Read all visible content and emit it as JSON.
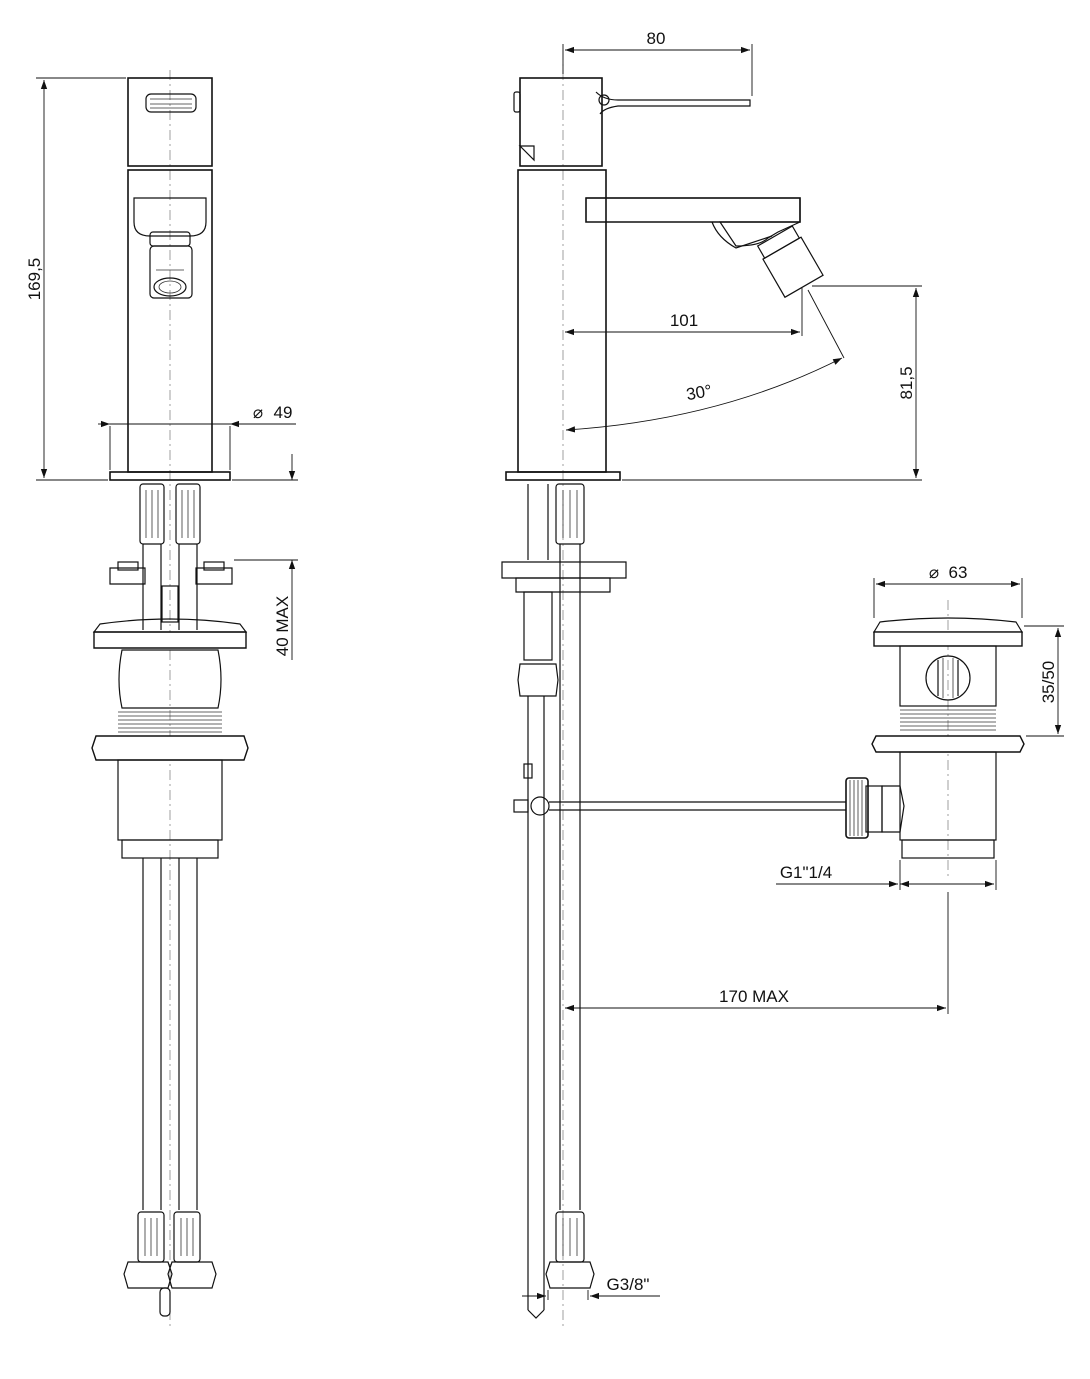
{
  "dimensions": {
    "height_total": "169,5",
    "base_diameter": "49",
    "mount_thickness": "40 MAX",
    "handle_length": "80",
    "spout_reach": "101",
    "swivel_angle": "30°",
    "spout_height": "81,5",
    "waste_diameter": "63",
    "waste_range": "35/50",
    "waste_thread": "G1\"1/4",
    "rod_length": "170 MAX",
    "hose_thread": "G3/8\""
  },
  "symbols": {
    "diameter": "⌀"
  }
}
